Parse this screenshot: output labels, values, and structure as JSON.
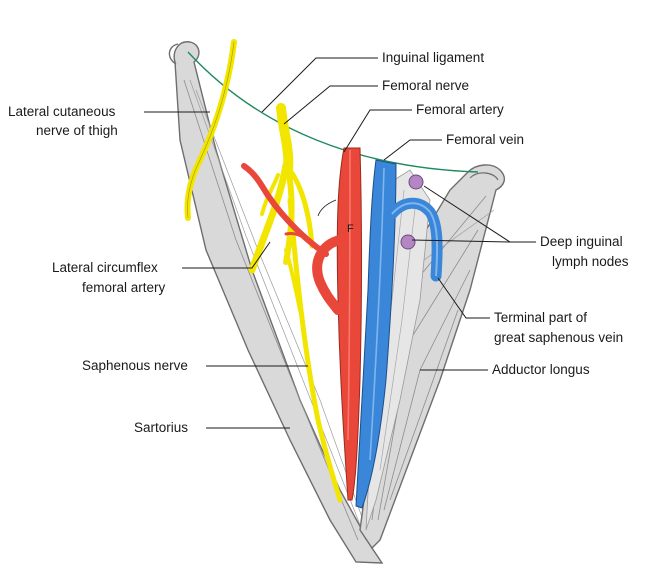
{
  "labels": {
    "inguinal_ligament": "Inguinal ligament",
    "femoral_nerve": "Femoral nerve",
    "femoral_artery": "Femoral artery",
    "femoral_vein": "Femoral vein",
    "lateral_cutaneous_line1": "Lateral cutaneous",
    "lateral_cutaneous_line2": "nerve of thigh",
    "deep_inguinal_line1": "Deep inguinal",
    "deep_inguinal_line2": "lymph nodes",
    "lateral_circumflex_line1": "Lateral circumflex",
    "lateral_circumflex_line2": "femoral artery",
    "terminal_part_line1": "Terminal part of",
    "terminal_part_line2": "great saphenous vein",
    "saphenous_nerve": "Saphenous nerve",
    "adductor_longus": "Adductor longus",
    "sartorius": "Sartorius",
    "femoral_canal_marker": "F"
  },
  "colors": {
    "artery": "#e8473a",
    "vein": "#3a86d8",
    "nerve": "#f2e600",
    "muscle": "#d9d9d9",
    "lymph_node": "#b487c4",
    "ligament": "#1f8a5e"
  }
}
